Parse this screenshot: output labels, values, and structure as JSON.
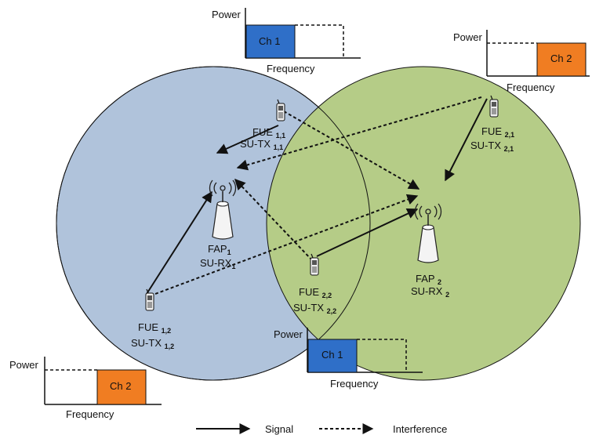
{
  "colors": {
    "cell_left": "#b0c3db",
    "cell_right": "#b5cc87",
    "ch1": "#2f6fc8",
    "ch2": "#f07d22",
    "line": "#111111"
  },
  "spectra": [
    {
      "id": "top",
      "power": "Power",
      "frequency": "Frequency",
      "channel": "Ch 1",
      "channel_color": "ch1"
    },
    {
      "id": "right",
      "power": "Power",
      "frequency": "Frequency",
      "channel": "Ch 2",
      "channel_color": "ch2"
    },
    {
      "id": "bottom-left",
      "power": "Power",
      "frequency": "Frequency",
      "channel": "Ch 2",
      "channel_color": "ch2"
    },
    {
      "id": "bottom-mid",
      "power": "Power",
      "frequency": "Frequency",
      "channel": "Ch 1",
      "channel_color": "ch1"
    }
  ],
  "access_points": [
    {
      "id": "fap1",
      "name": "FAP",
      "name_sub": "1",
      "role": "SU-RX",
      "role_sub": "1"
    },
    {
      "id": "fap2",
      "name": "FAP ",
      "name_sub": "2",
      "role": "SU-RX ",
      "role_sub": "2"
    }
  ],
  "users": [
    {
      "id": "fue11",
      "name": "FUE ",
      "name_sub": "1,1",
      "role": "SU-TX ",
      "role_sub": "1,1"
    },
    {
      "id": "fue21",
      "name": "FUE ",
      "name_sub": "2,1",
      "role": "SU-TX ",
      "role_sub": "2,1"
    },
    {
      "id": "fue22",
      "name": "FUE ",
      "name_sub": "2,2",
      "role": "SU-TX ",
      "role_sub": "2,2"
    },
    {
      "id": "fue12",
      "name": "FUE ",
      "name_sub": "1,2",
      "role": "SU-TX ",
      "role_sub": "1,2"
    }
  ],
  "links": [
    {
      "from": "fue11",
      "to": "fap1",
      "kind": "signal"
    },
    {
      "from": "fue12",
      "to": "fap1",
      "kind": "signal"
    },
    {
      "from": "fue21",
      "to": "fap2",
      "kind": "signal"
    },
    {
      "from": "fue22",
      "to": "fap2",
      "kind": "signal"
    },
    {
      "from": "fue11",
      "to": "fap2",
      "kind": "interference"
    },
    {
      "from": "fue21",
      "to": "fap1",
      "kind": "interference"
    },
    {
      "from": "fue22",
      "to": "fap1",
      "kind": "interference"
    },
    {
      "from": "fue12",
      "to": "fap2",
      "kind": "interference"
    }
  ],
  "legend": {
    "signal": "Signal",
    "interference": "Interference"
  }
}
